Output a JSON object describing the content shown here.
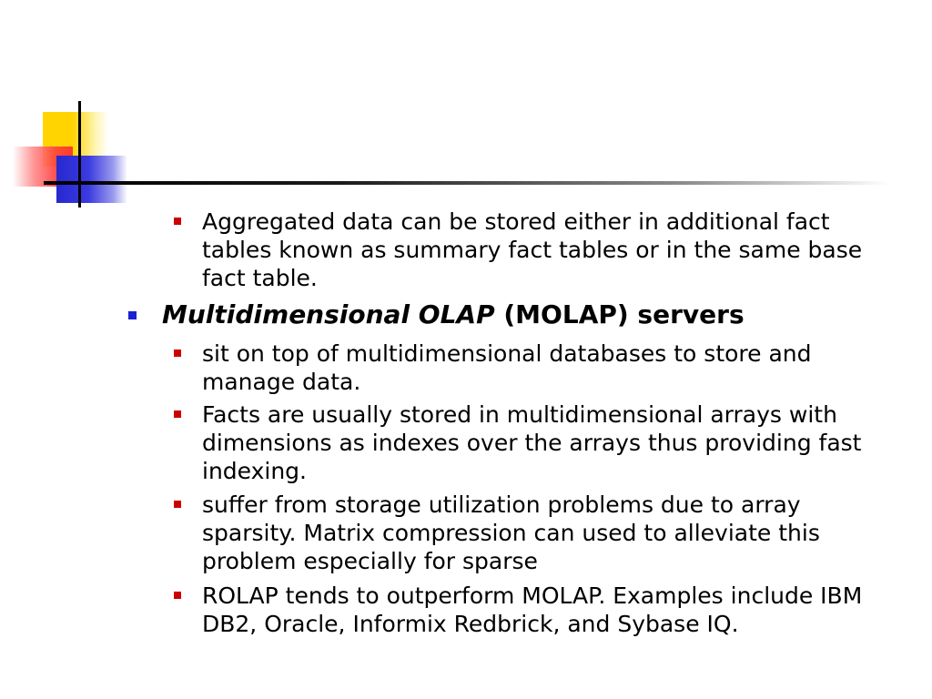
{
  "slide": {
    "bullets": [
      {
        "level": 2,
        "text": "Aggregated data can be stored either in additional fact tables known as summary fact tables or in the same base fact table."
      },
      {
        "level": 1,
        "emphasis": "Multidimensional OLAP",
        "text": " (MOLAP) servers"
      },
      {
        "level": 2,
        "text": "sit on top of multidimensional databases to store and manage data."
      },
      {
        "level": 2,
        "text": "Facts are usually stored in multidimensional arrays with dimensions as indexes over the arrays thus providing fast indexing."
      },
      {
        "level": 2,
        "text": "suffer from storage utilization problems due to array sparsity. Matrix compression can used to alleviate this problem especially for sparse"
      },
      {
        "level": 2,
        "text": "ROLAP tends to outperform MOLAP. Examples include IBM DB2, Oracle, Informix Redbrick, and Sybase IQ."
      }
    ]
  },
  "colors": {
    "sub_bullet": "#cc0000",
    "main_bullet": "#1e1ed2",
    "logo_yellow": "#ffd400",
    "logo_red": "#ff2a2a",
    "logo_blue": "#2828d0"
  }
}
